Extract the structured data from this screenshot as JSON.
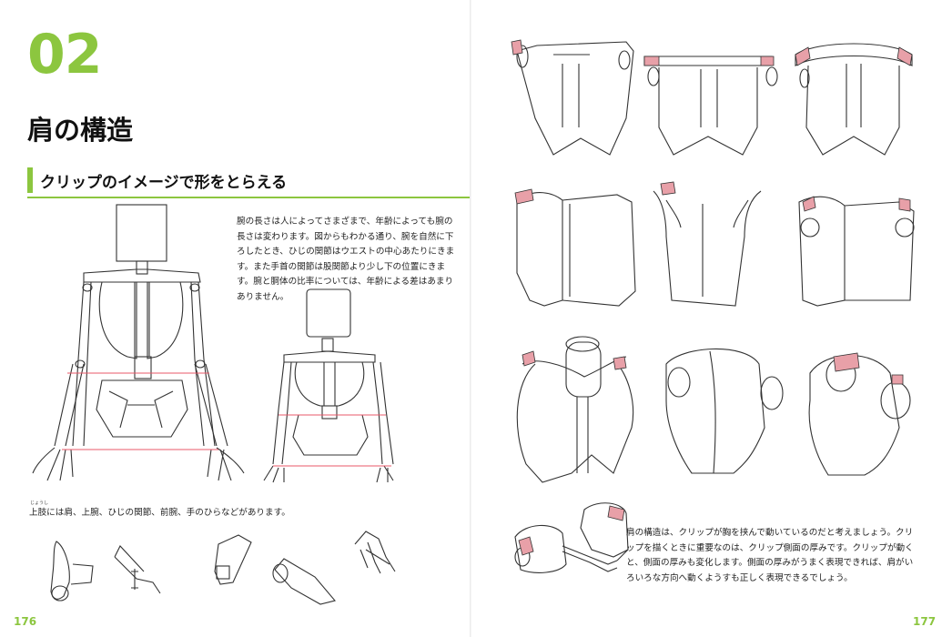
{
  "left_page": {
    "chapter_number": "02",
    "chapter_title": "肩の構造",
    "section_heading": "クリップのイメージで形をとらえる",
    "paragraph": "腕の長さは人によってさまざまで、年齢によっても腕の長さは変わります。図からもわかる通り、腕を自然に下ろしたとき、ひじの関節はウエストの中心あたりにきます。また手首の関節は股関節より少し下の位置にきます。腕と胴体の比率については、年齢による差はあまりありません。",
    "caption_ruby": "じょうし",
    "caption": "上肢には肩、上腕、ひじの関節、前腕、手のひらなどがあります。",
    "page_number": "176"
  },
  "right_page": {
    "paragraph": "肩の構造は、クリップが胸を挟んで動いているのだと考えましょう。クリップを描くときに重要なのは、クリップ側面の厚みです。クリップが動くと、側面の厚みも変化します。側面の厚みがうまく表現できれば、肩がいろいろな方向へ動くようすも正しく表現できるでしょう。",
    "page_number": "177"
  },
  "colors": {
    "accent": "#8cc63f",
    "highlight": "#e8a0a8",
    "guide_line": "#e85a6a",
    "ink": "#333333"
  }
}
